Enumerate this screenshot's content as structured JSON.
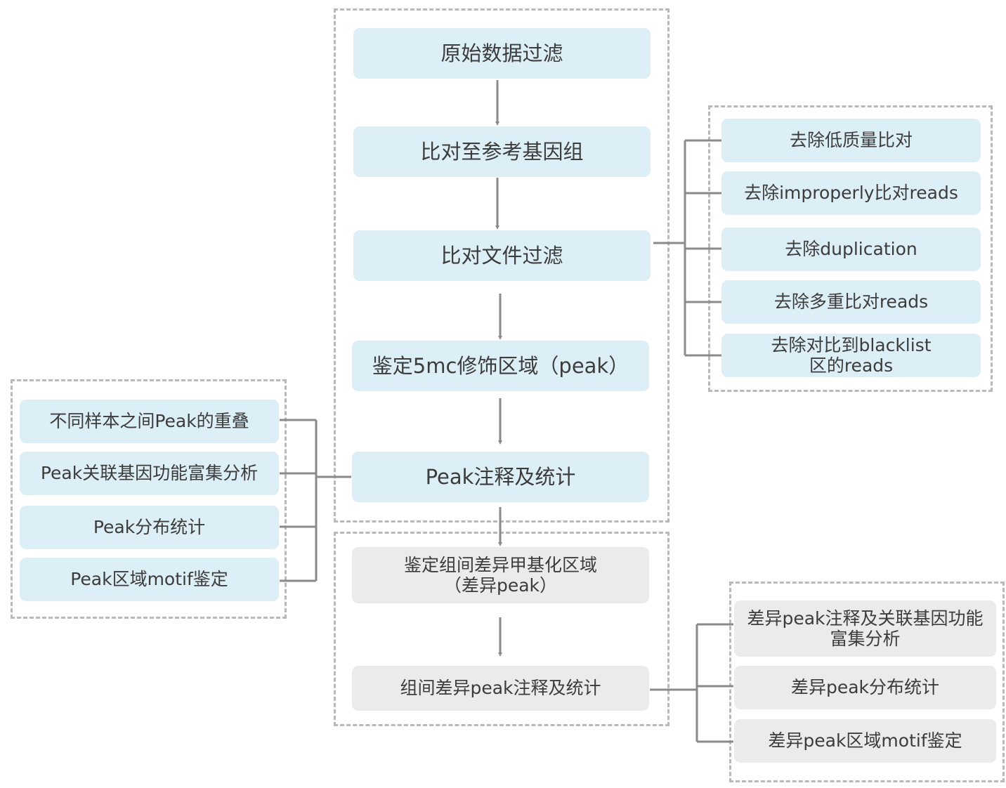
{
  "main_flow": {
    "step1": "原始数据过滤",
    "step2": "比对至参考基因组",
    "step3": "比对文件过滤",
    "step4": "鉴定5mc修饰区域（peak）",
    "step5": "Peak注释及统计"
  },
  "diff_flow": {
    "step1_line1": "鉴定组间差异甲基化区域",
    "step1_line2": "（差异peak）",
    "step2": "组间差异peak注释及统计"
  },
  "filter_details": {
    "item1": "去除低质量比对",
    "item2": "去除improperly比对reads",
    "item3": "去除duplication",
    "item4": "去除多重比对reads",
    "item5_line1": "去除对比到blacklist",
    "item5_line2": "区的reads"
  },
  "peak_analysis": {
    "item1": "不同样本之间Peak的重叠",
    "item2": "Peak关联基因功能富集分析",
    "item3": "Peak分布统计",
    "item4": "Peak区域motif鉴定"
  },
  "diff_analysis": {
    "item1_line1": "差异peak注释及关联基因功能",
    "item1_line2": "富集分析",
    "item2": "差异peak分布统计",
    "item3": "差异peak区域motif鉴定"
  },
  "colors": {
    "box_blue": "#dceef6",
    "box_gray": "#ebebeb",
    "connector": "#8a8a8a",
    "group_border": "#b9b9b9",
    "text": "#3c3c3c"
  }
}
